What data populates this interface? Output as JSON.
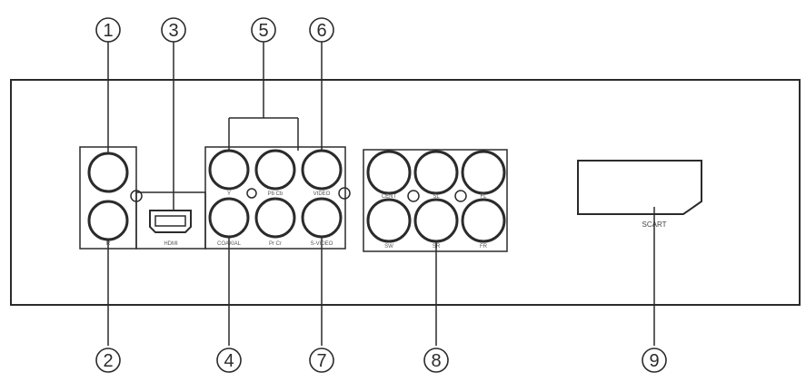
{
  "callouts": [
    "1",
    "2",
    "3",
    "4",
    "5",
    "6",
    "7",
    "8",
    "9"
  ],
  "labels": {
    "hdmi": "HDMI",
    "coaxial": "COAXIAL",
    "y": "Y",
    "pb_cb": "Pb Cb",
    "pr_cr": "Pr Cr",
    "video": "VIDEO",
    "s_video": "S-VIDEO",
    "r": "R",
    "cent": "CENT",
    "sl": "SL",
    "fl": "FL",
    "sw": "SW",
    "sr": "SR",
    "fr": "FR",
    "scart": "SCART"
  }
}
